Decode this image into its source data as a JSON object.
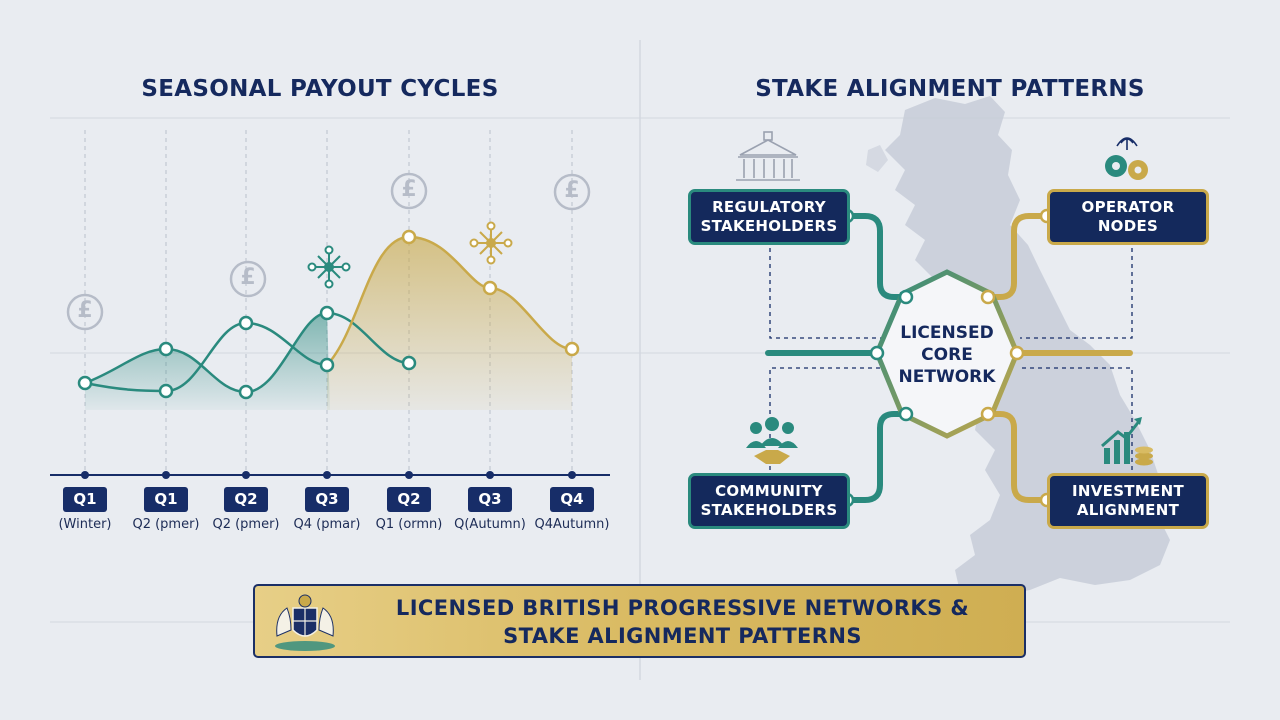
{
  "left_panel": {
    "title": "SEASONAL PAYOUT CYCLES",
    "quarters": [
      {
        "label": "Q1",
        "sub": "(Winter)"
      },
      {
        "label": "Q1",
        "sub": "Q2 (pmer)"
      },
      {
        "label": "Q2",
        "sub": "Q2 (pmer)"
      },
      {
        "label": "Q3",
        "sub": "Q4 (pmar)"
      },
      {
        "label": "Q2",
        "sub": "Q1 (ormn)"
      },
      {
        "label": "Q3",
        "sub": "Q(Autumn)"
      },
      {
        "label": "Q4",
        "sub": "Q4Autumn)"
      }
    ],
    "currency_symbol": "£",
    "icons": [
      "pound-coin-icon",
      "network-node-icon"
    ]
  },
  "right_panel": {
    "title": "STAKE ALIGNMENT PATTERNS",
    "center": {
      "line1": "LICENSED",
      "line2": "CORE",
      "line3": "NETWORK"
    },
    "nodes": {
      "regulatory": {
        "line1": "REGULATORY",
        "line2": "STAKEHOLDERS",
        "icon": "government-building-icon"
      },
      "operator": {
        "line1": "OPERATOR",
        "line2": "NODES",
        "icon": "gears-icon"
      },
      "community": {
        "line1": "COMMUNITY",
        "line2": "STAKEHOLDERS",
        "icon": "handshake-people-icon"
      },
      "investment": {
        "line1": "INVESTMENT",
        "line2": "ALIGNMENT",
        "icon": "growth-chart-icon"
      }
    }
  },
  "banner": {
    "line1": "LICENSED BRITISH PROGRESSIVE NETWORKS &",
    "line2": "STAKE ALIGNMENT PATTERNS",
    "emblem": "royal-coat-of-arms-icon"
  },
  "colors": {
    "navy": "#15295e",
    "teal": "#2a8a7e",
    "gold": "#c9a94a",
    "background": "#e9ecf1"
  }
}
